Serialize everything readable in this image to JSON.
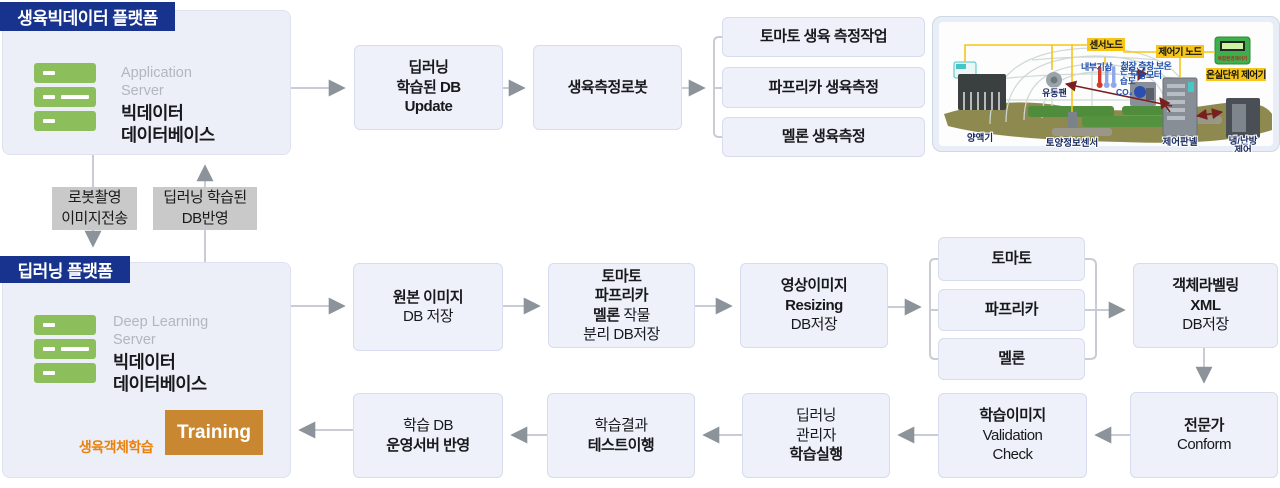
{
  "colors": {
    "accent_navy": "#17338d",
    "box_fill": "#eef1f9",
    "server_green": "#8cbf5b",
    "training_orange": "#c98732",
    "caption_orange": "#e8820c",
    "wire_gray": "#c9ccd4",
    "label_yellow": "#f5c51a"
  },
  "platform_top": {
    "title": "생육빅데이터 플랫폼",
    "server_type": "Application\nServer",
    "server_name": "빅데이터\n데이터베이스"
  },
  "platform_bottom": {
    "title": "딥러닝 플랫폼",
    "server_type": "Deep Learning\nServer",
    "server_name": "빅데이터\n데이터베이스",
    "training": "Training",
    "training_caption": "생육객체학습"
  },
  "transfer_labels": {
    "robot_upload": "로봇촬영\n이미지전송",
    "db_reflect": "딥러닝 학습된\nDB반영"
  },
  "row1": {
    "db_update": "딥러닝\n학습된 DB\nUpdate",
    "robot": "생육측정로봇",
    "tasks": [
      "토마토 생육 측정작업",
      "파프리카 생육측정",
      "멜론 생육측정"
    ]
  },
  "row2": {
    "original": {
      "bold": "원본 이미지",
      "normal": "DB 저장"
    },
    "separate": {
      "crop1": "토마토",
      "crop2": "파프리카",
      "crop3": "멜론",
      "crop3_suffix": " 작물",
      "normal": "분리 DB저장"
    },
    "resize": {
      "bold": "영상이미지\nResizing",
      "normal": "DB저장"
    },
    "crops": [
      "토마토",
      "파프리카",
      "멜론"
    ],
    "labeling": {
      "bold": "객체라벨링\nXML",
      "normal": "DB저장"
    }
  },
  "row3": {
    "deploy": {
      "normal": "학습 DB",
      "bold": "운영서버 반영"
    },
    "test": {
      "normal": "학습결과",
      "bold": "테스트이행"
    },
    "train_exec": {
      "normal": "딥러닝\n관리자",
      "bold": "학습실행"
    },
    "validation": {
      "bold": "학습이미지",
      "normal": "Validation\nCheck"
    },
    "expert": {
      "bold": "전문가",
      "normal": "Conform"
    }
  },
  "greenhouse": {
    "sensor_node": "센서노드",
    "controller_node": "제어기 노드",
    "unit_controller": "온실단위 제어기",
    "device_label": "복합환경제어기",
    "indoor_weather": "내부기상",
    "motors_line1": "천장.측창.보온",
    "motors_line2": "구동모터",
    "temp": "온도",
    "humid": "습도",
    "co2": "CO₂",
    "fan": "유동팬",
    "nutrient": "양액기",
    "soil_sensor": "토양정보센서",
    "control_panel": "제어판넬",
    "hvac_line1": "냉/난방",
    "hvac_line2": "제어"
  }
}
